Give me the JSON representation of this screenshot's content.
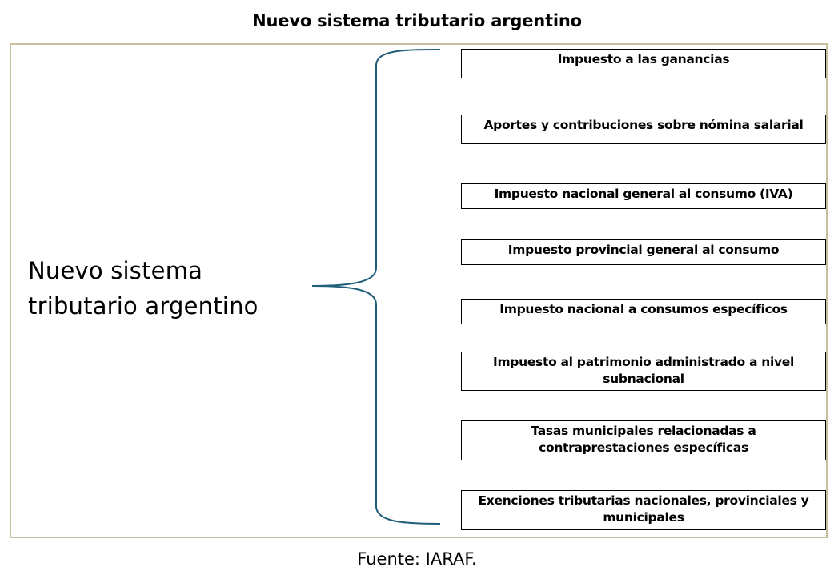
{
  "title": "Nuevo sistema tributario argentino",
  "main_label": "Nuevo sistema tributario argentino",
  "items": [
    {
      "label": "Impuesto a las ganancias"
    },
    {
      "label": "Aportes y contribuciones sobre nómina salarial"
    },
    {
      "label": "Impuesto nacional general al consumo (IVA)"
    },
    {
      "label": "Impuesto provincial general al consumo"
    },
    {
      "label": "Impuesto nacional a consumos específicos"
    },
    {
      "label": "Impuesto al patrimonio administrado a nivel subnacional"
    },
    {
      "label": "Tasas municipales relacionadas a contraprestaciones específicas"
    },
    {
      "label": "Exenciones tributarias nacionales, provinciales y municipales"
    }
  ],
  "source": "Fuente: IARAF.",
  "colors": {
    "frame": "#c8bf9c",
    "brace": "#1f5f7a"
  }
}
